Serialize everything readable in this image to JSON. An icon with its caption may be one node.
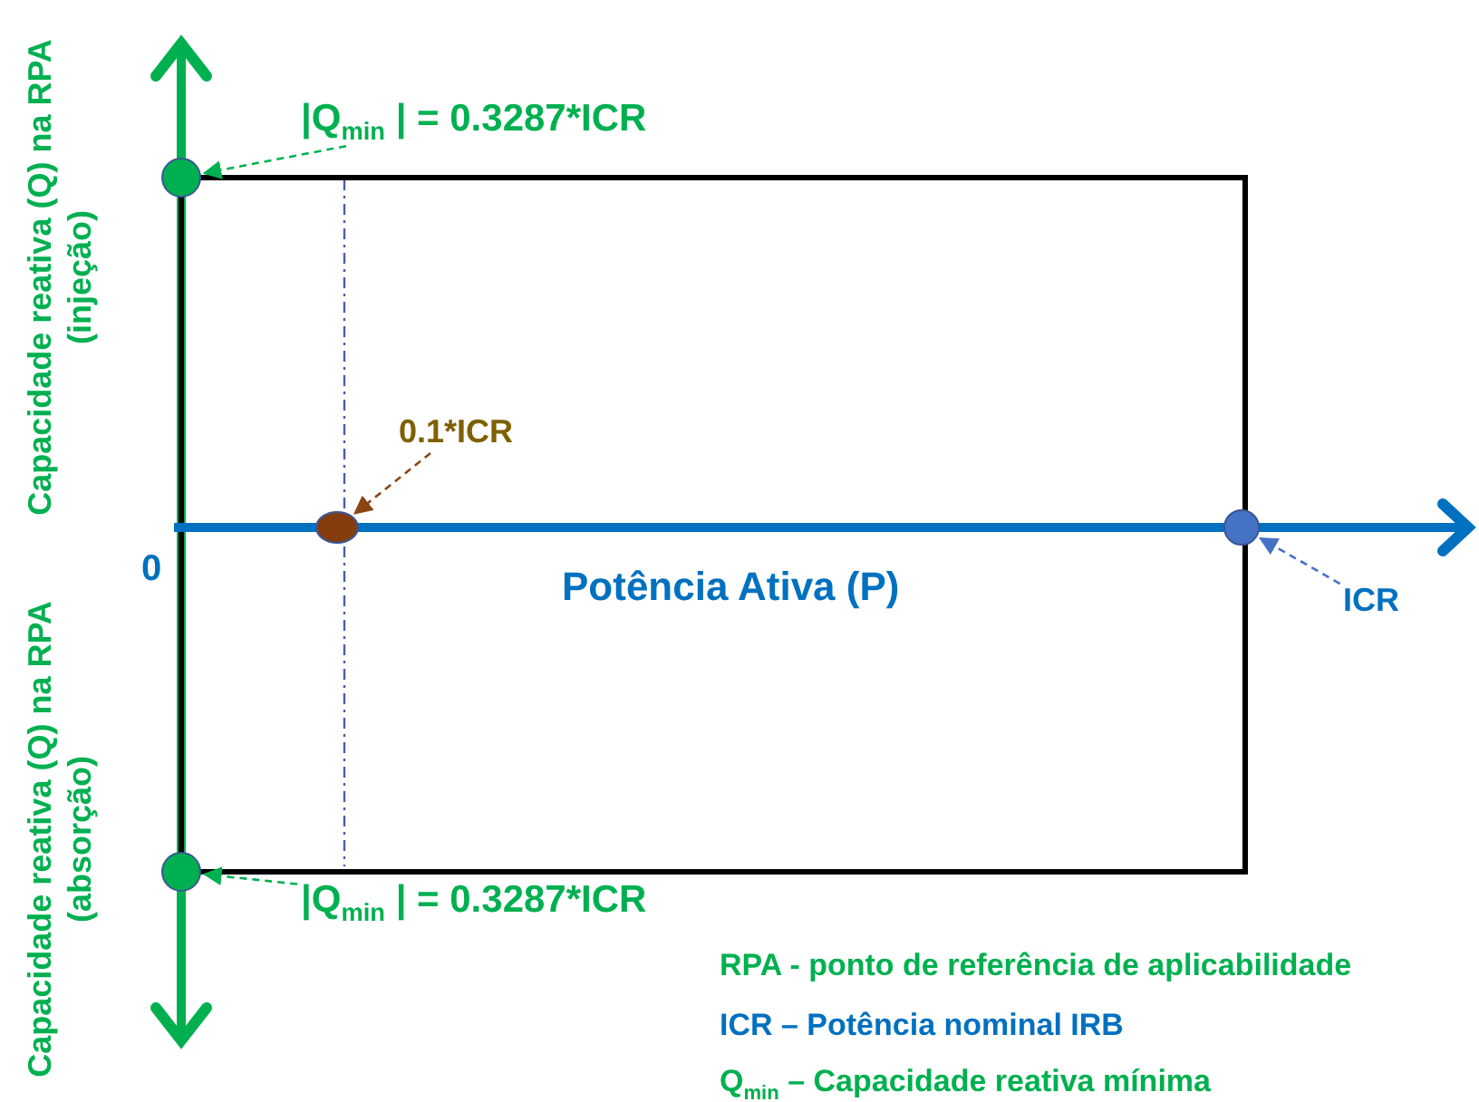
{
  "diagram": {
    "nodes": [
      {
        "text": [
          "|Q$_{min}$ | = 0.3287*ICR"
        ]
      },
      {
        "text": [],
        "shape": "circle"
      },
      {
        "text": [
          "0.1*ICR"
        ]
      },
      {
        "text": [],
        "shape": "circle"
      },
      {
        "text": [],
        "shape": "circle"
      },
      {
        "text": [
          "ICR"
        ]
      },
      {
        "text": [],
        "shape": "circle"
      },
      {
        "text": [
          "|Q$_{min}$ | = 0.3287*ICR"
        ]
      }
    ],
    "edges": [
      {
        "from": 0,
        "to": 1,
        "arrow": "to",
        "style": "dashed",
        "color": "#00b050"
      },
      {
        "from": 2,
        "to": 3,
        "arrow": "to",
        "style": "dashed",
        "color": "#8b4513"
      },
      {
        "from": 5,
        "to": 4,
        "arrow": "to",
        "style": "dashed",
        "color": "#4472c4"
      },
      {
        "from": 7,
        "to": 6,
        "arrow": "to",
        "style": "dashed",
        "color": "#00b050"
      }
    ],
    "labels": [
      "Capacidade reativa (Q) na RPA (injeção)",
      "0",
      "Potência Ativa (P)",
      "Capacidade reativa (Q) na RPA (absorção)",
      "RPA - ponto de referência de aplicabilidade",
      "ICR – Potência nominal IRB",
      "Q$_{min}$ –  Capacidade reativa mínima"
    ]
  }
}
